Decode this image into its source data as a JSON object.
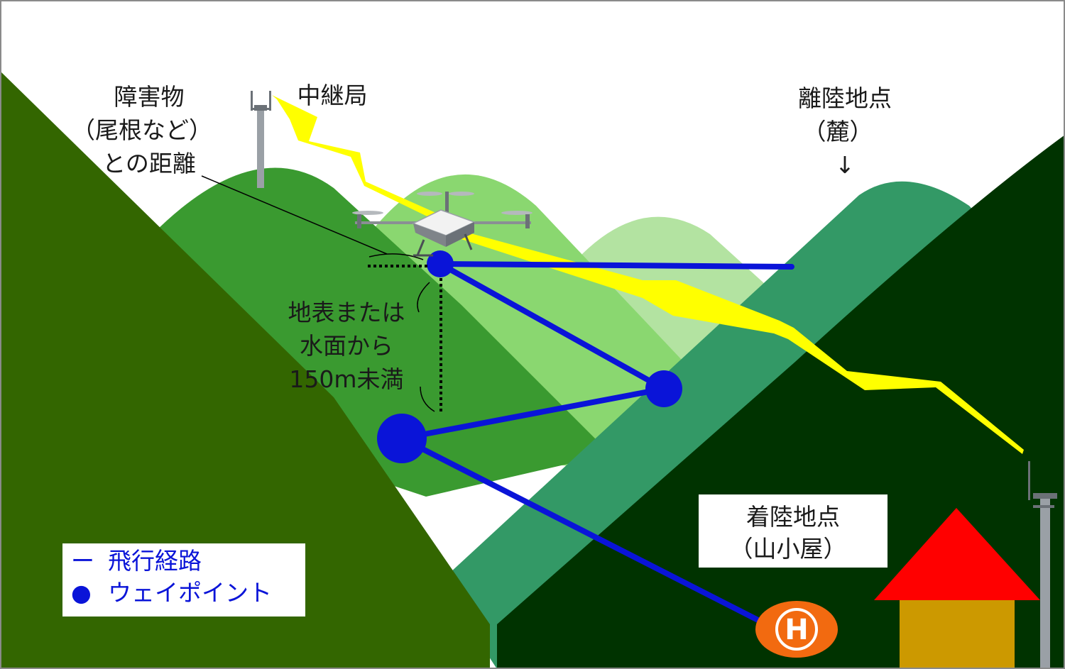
{
  "labels": {
    "obstacle_line1": "障害物",
    "obstacle_line2": "（尾根など）",
    "obstacle_line3": "との距離",
    "relay": "中継局",
    "takeoff_line1": "離陸地点",
    "takeoff_line2": "（麓）",
    "takeoff_arrow": "↓",
    "altitude_line1": "地表または",
    "altitude_line2": "水面から",
    "altitude_line3": "150m未満",
    "landing_line1": "着陸地点",
    "landing_line2": "（山小屋）",
    "heliport": "H"
  },
  "legend": {
    "path_symbol": "ー",
    "path_label": "飛行経路",
    "waypoint_symbol": "●",
    "waypoint_label": "ウェイポイント"
  },
  "colors": {
    "flight_path": "#0a14d8",
    "waypoint": "#0a14d8",
    "signal": "#ffff00",
    "heliport": "#f26a10",
    "roof": "#ff0000",
    "hut": "#cc9900"
  }
}
